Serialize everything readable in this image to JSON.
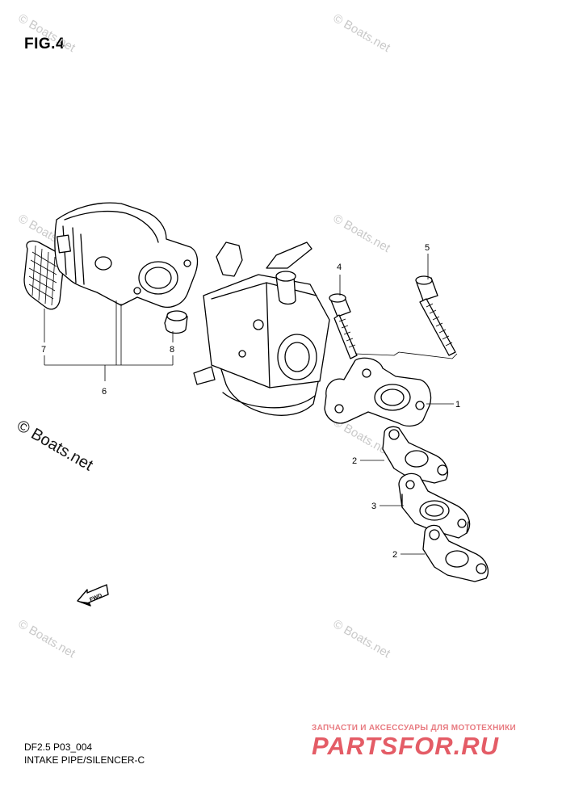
{
  "figure": {
    "title": "FIG.4"
  },
  "watermarks": {
    "small": "© Boats.net",
    "big": "© Boats.net"
  },
  "callouts": [
    "1",
    "2",
    "3",
    "2",
    "4",
    "5",
    "6",
    "7",
    "8"
  ],
  "fwd_label": "FWD",
  "footer": {
    "code": "DF2.5 P03_004",
    "title": "INTAKE PIPE/SILENCER-C"
  },
  "brand": {
    "tagline": "ЗАПЧАСТИ И АКСЕССУАРЫ ДЛЯ МОТОТЕХНИКИ",
    "name": "PARTSFOR.RU"
  },
  "colors": {
    "line": "#000000",
    "watermark": "#c9c9c9",
    "brand": "#e45c66"
  }
}
